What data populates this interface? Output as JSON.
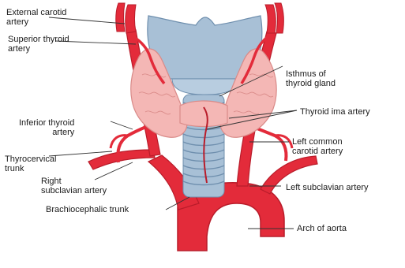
{
  "labels": {
    "external_carotid": "External carotid\nartery",
    "superior_thyroid": "Superior thyroid\nartery",
    "isthmus": "Isthmus of\nthyroid gland",
    "thyroid_ima": "Thyroid ima artery",
    "inferior_thyroid": "Inferior thyroid\nartery",
    "left_common_carotid": "Left common\ncarotid artery",
    "thyrocervical": "Thyrocervical\ntrunk",
    "right_subclavian": "Right\nsubclavian artery",
    "left_subclavian": "Left subclavian artery",
    "brachiocephalic": "Brachiocephalic trunk",
    "arch_aorta": "Arch of aorta"
  },
  "colors": {
    "artery": "#e32b3a",
    "artery_dark": "#b91c2a",
    "thyroid": "#f4b7b5",
    "thyroid_dark": "#d98a88",
    "cartilage": "#a8c0d6",
    "cartilage_dark": "#6f8fae",
    "leader": "#333333"
  }
}
